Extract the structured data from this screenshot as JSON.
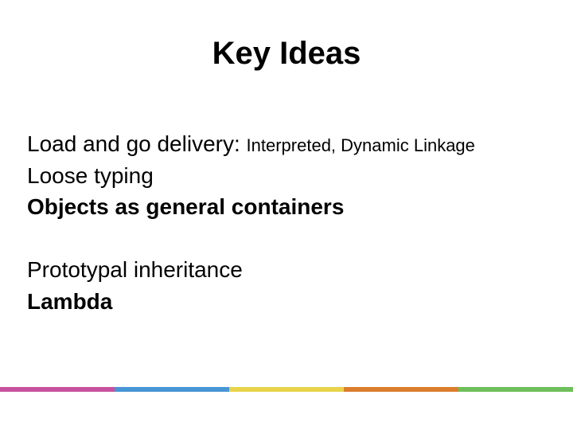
{
  "slide": {
    "title": "Key Ideas",
    "body": {
      "line1": {
        "main": "Load and go delivery: ",
        "secondary": "Interpreted, Dynamic Linkage"
      },
      "line2": {
        "main": "Loose typing"
      },
      "line3": {
        "main": "Objects as general containers"
      },
      "line5": {
        "main": "Prototypal inheritance"
      },
      "line6": {
        "main": "Lambda"
      }
    },
    "footer_stripe": {
      "colors": {
        "pink": "#C8519E",
        "blue": "#4795D5",
        "yellow": "#E8D34A",
        "orange": "#DB7D2D",
        "green": "#6EBF5B"
      }
    },
    "background_color": "#FFFFFF",
    "text_color": "#000000"
  }
}
